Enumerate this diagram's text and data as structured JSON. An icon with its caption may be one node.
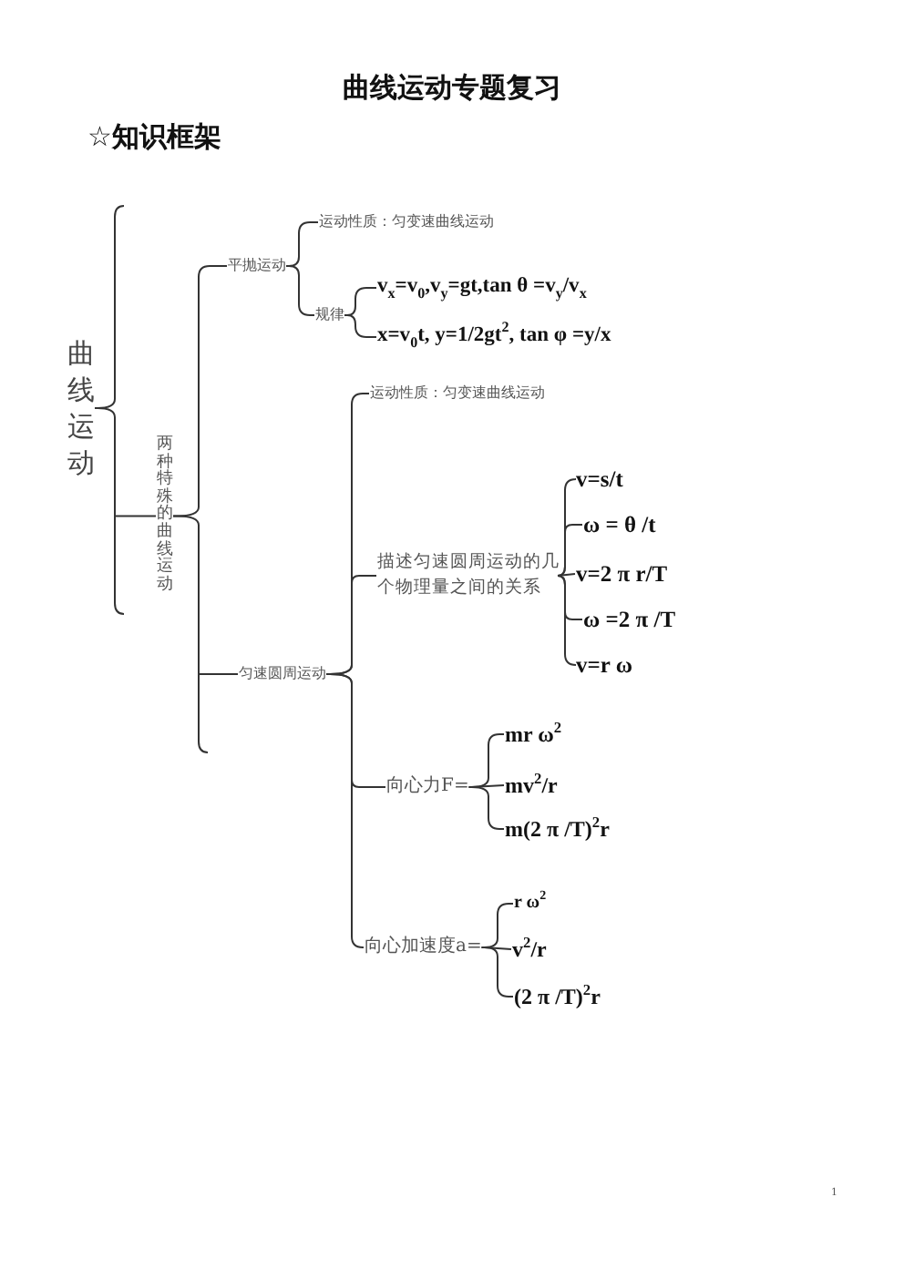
{
  "diagram": {
    "title": "曲线运动专题复习",
    "nodes": [
      {
        "text": [
          "曲线运动"
        ]
      },
      {
        "text": [
          "两种特殊的曲线运动"
        ]
      },
      {
        "text": [
          "平抛运动"
        ]
      },
      {
        "text": [
          "运动性质：匀变速曲线运动"
        ]
      },
      {
        "text": [
          "规律"
        ]
      },
      {
        "text": [
          "v$_{x}$=v$_{0}$,v$_{y}$=gt,tan θ =v$_{y}$/v$_{x}$"
        ]
      },
      {
        "text": [
          "x=v$_{0}$t, y=1/2gt$^{2}$, tan φ =y/x"
        ]
      },
      {
        "text": [
          "匀速圆周运动"
        ]
      },
      {
        "text": [
          "运动性质：匀变速曲线运动"
        ]
      },
      {
        "text": [
          "描述匀速圆周运动的几个物理量之间的关系"
        ]
      },
      {
        "text": [
          "v=s/t"
        ]
      },
      {
        "text": [
          "ω = θ /t"
        ]
      },
      {
        "text": [
          "v=2 π r/T"
        ]
      },
      {
        "text": [
          "ω =2 π /T"
        ]
      },
      {
        "text": [
          "v=r ω"
        ]
      },
      {
        "text": [
          "向心力F="
        ]
      },
      {
        "text": [
          "mr ω$^{2}$"
        ]
      },
      {
        "text": [
          "mv$^{2}$/r"
        ]
      },
      {
        "text": [
          "m(2 π /T)$^{2}$r"
        ]
      },
      {
        "text": [
          "向心加速度a="
        ]
      },
      {
        "text": [
          "r ω$^{2}$"
        ]
      },
      {
        "text": [
          "v$^{2}$/r"
        ]
      },
      {
        "text": [
          "(2 π /T)$^{2}$r"
        ]
      }
    ],
    "edges": [
      {
        "from": 0,
        "to": 1,
        "arrow": "none"
      },
      {
        "from": 1,
        "to": 2,
        "arrow": "none"
      },
      {
        "from": 1,
        "to": 7,
        "arrow": "none"
      },
      {
        "from": 2,
        "to": 3,
        "arrow": "none"
      },
      {
        "from": 2,
        "to": 4,
        "arrow": "none"
      },
      {
        "from": 4,
        "to": 5,
        "arrow": "none"
      },
      {
        "from": 4,
        "to": 6,
        "arrow": "none"
      },
      {
        "from": 7,
        "to": 8,
        "arrow": "none"
      },
      {
        "from": 7,
        "to": 9,
        "arrow": "none"
      },
      {
        "from": 7,
        "to": 15,
        "arrow": "none"
      },
      {
        "from": 7,
        "to": 19,
        "arrow": "none"
      },
      {
        "from": 9,
        "to": 10,
        "arrow": "none"
      },
      {
        "from": 9,
        "to": 11,
        "arrow": "none"
      },
      {
        "from": 9,
        "to": 12,
        "arrow": "none"
      },
      {
        "from": 9,
        "to": 13,
        "arrow": "none"
      },
      {
        "from": 9,
        "to": 14,
        "arrow": "none"
      },
      {
        "from": 15,
        "to": 16,
        "arrow": "none"
      },
      {
        "from": 15,
        "to": 17,
        "arrow": "none"
      },
      {
        "from": 15,
        "to": 18,
        "arrow": "none"
      },
      {
        "from": 19,
        "to": 20,
        "arrow": "none"
      },
      {
        "from": 19,
        "to": 21,
        "arrow": "none"
      },
      {
        "from": 19,
        "to": 22,
        "arrow": "none"
      }
    ],
    "labels": [
      "☆知识框架",
      "1"
    ]
  }
}
